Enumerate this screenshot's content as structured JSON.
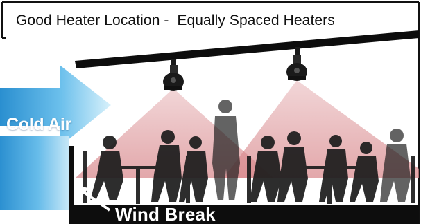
{
  "title": "Good Heater Location -  Equally Spaced Heaters",
  "labels": {
    "cold_air": "Cold Air",
    "wind_break": "Wind Break"
  },
  "colors": {
    "frame": "#111111",
    "heat_glow": "#d98a8e",
    "cold_air_arrow_light": "#bfe6f7",
    "cold_air_arrow_dark": "#2a8fd0",
    "silhouette": "#1a1a1a"
  },
  "icons": {
    "heater": "infrared-patio-heater-icon",
    "arrow": "cold-air-arrow",
    "pointer": "wind-break-pointer-arrow"
  }
}
